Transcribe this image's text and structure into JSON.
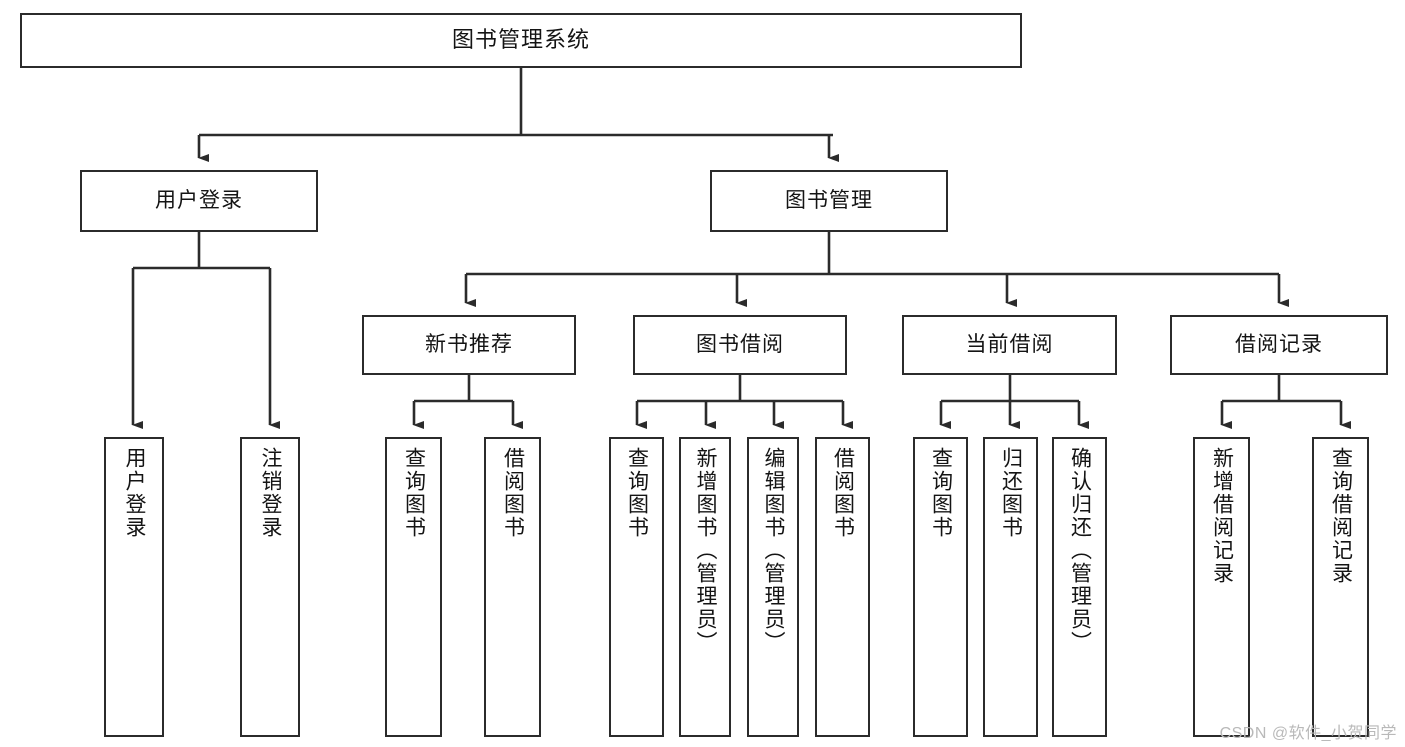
{
  "diagram": {
    "title": "图书管理系统",
    "type": "tree",
    "background": "#ffffff",
    "line_color": "#2b2b2b",
    "text_color": "#141414"
  },
  "root": {
    "label": "图书管理系统"
  },
  "level2": [
    {
      "label": "用户登录"
    },
    {
      "label": "图书管理"
    }
  ],
  "level3": [
    {
      "label": "新书推荐"
    },
    {
      "label": "图书借阅"
    },
    {
      "label": "当前借阅"
    },
    {
      "label": "借阅记录"
    }
  ],
  "leaves": {
    "user_login": [
      {
        "label": "用户登录"
      },
      {
        "label": "注销登录"
      }
    ],
    "new_book": [
      {
        "label": "查询图书"
      },
      {
        "label": "借阅图书"
      }
    ],
    "book_borrow": [
      {
        "label": "查询图书"
      },
      {
        "label": "新增图书（管理员）"
      },
      {
        "label": "编辑图书（管理员）"
      },
      {
        "label": "借阅图书"
      }
    ],
    "current_borrow": [
      {
        "label": "查询图书"
      },
      {
        "label": "归还图书"
      },
      {
        "label": "确认归还（管理员）"
      }
    ],
    "borrow_record": [
      {
        "label": "新增借阅记录"
      },
      {
        "label": "查询借阅记录"
      }
    ]
  },
  "watermark": {
    "text": "CSDN @软件_小贺同学"
  }
}
